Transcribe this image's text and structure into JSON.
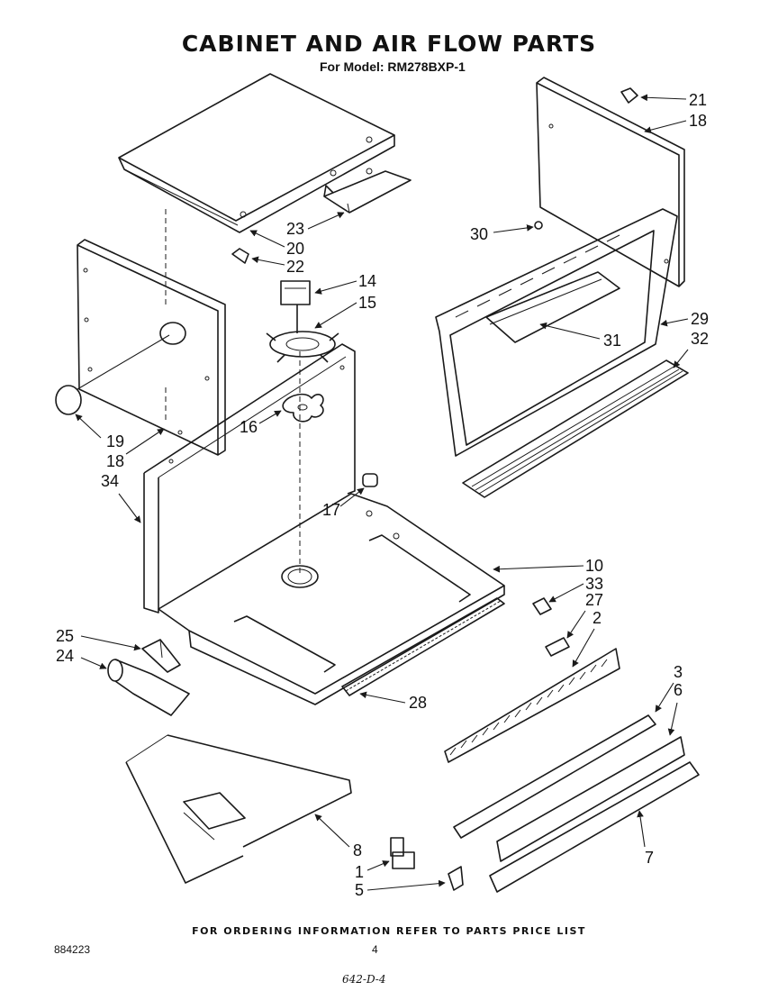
{
  "header": {
    "title": "CABINET AND AIR FLOW PARTS",
    "subtitle": "For Model: RM278BXP-1"
  },
  "callouts": [
    "21",
    "18",
    "23",
    "20",
    "22",
    "30",
    "14",
    "15",
    "29",
    "32",
    "31",
    "19",
    "18",
    "34",
    "16",
    "17",
    "10",
    "33",
    "27",
    "2",
    "25",
    "24",
    "28",
    "3",
    "6",
    "8",
    "7",
    "1",
    "5"
  ],
  "footer": {
    "ordering_note": "FOR ORDERING INFORMATION REFER TO PARTS PRICE LIST",
    "doc_number": "884223",
    "page_number": "4",
    "handwritten_note": "642-D-4"
  }
}
